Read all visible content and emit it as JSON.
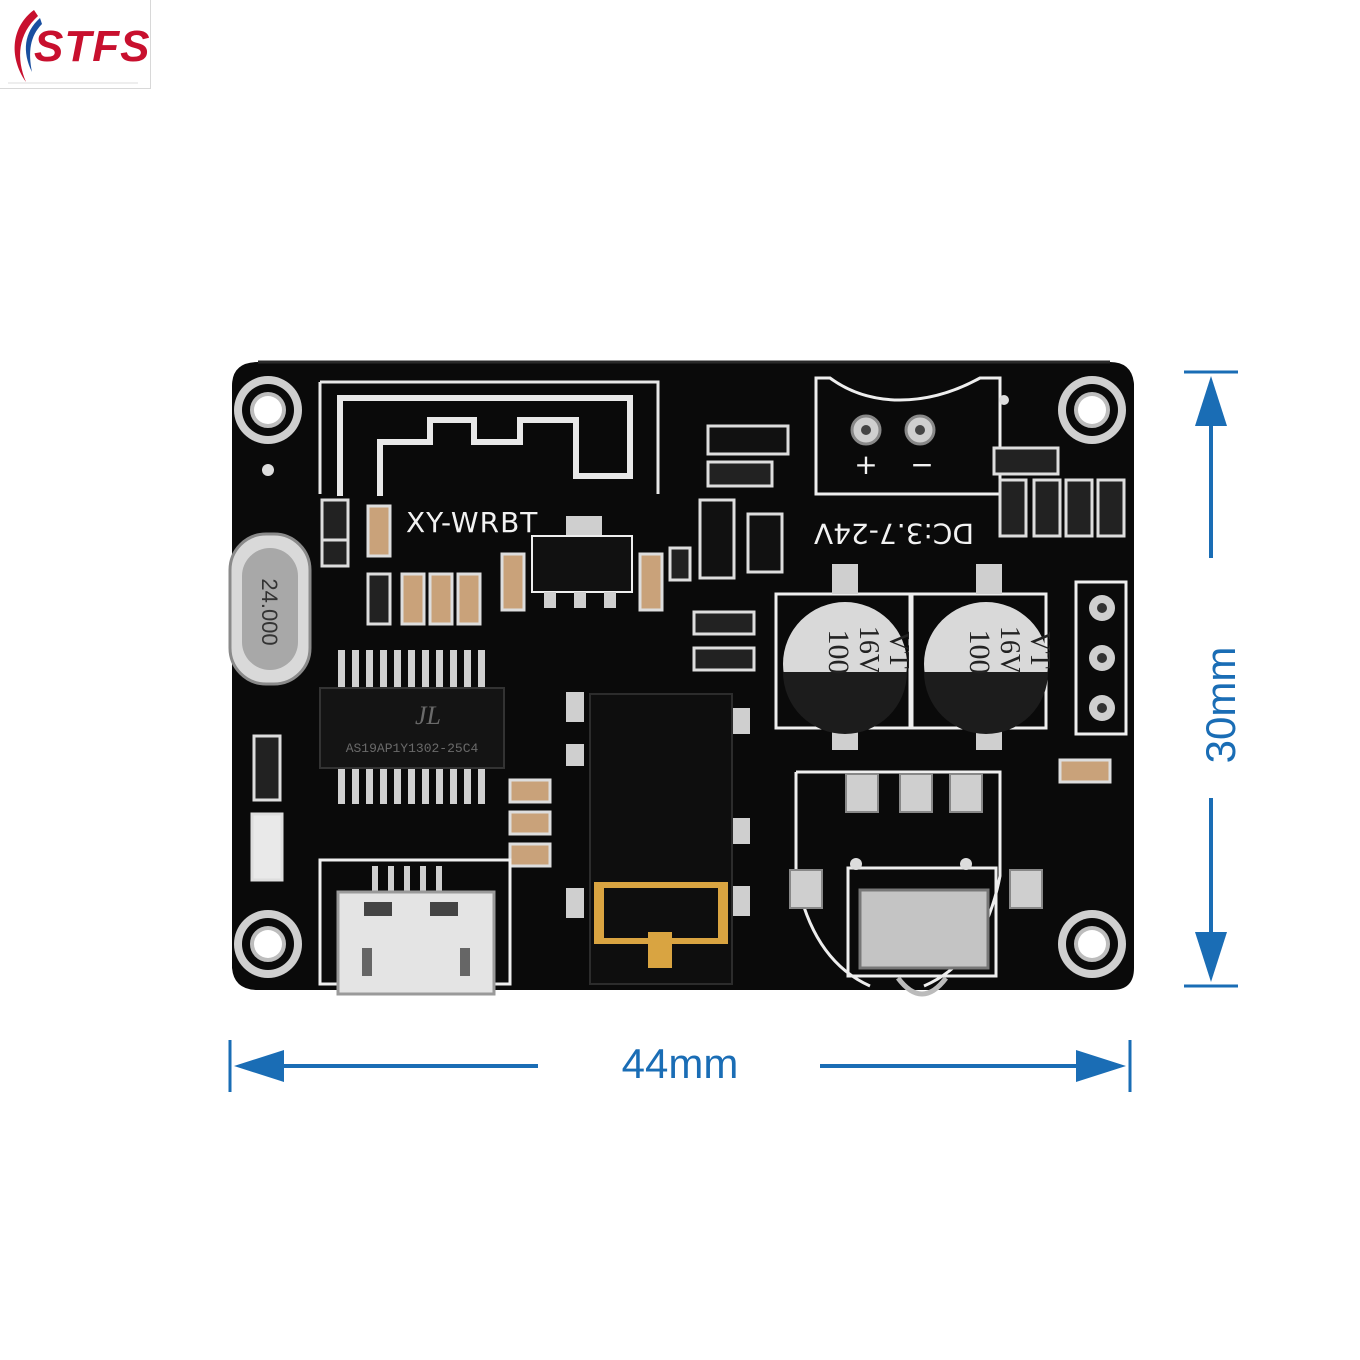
{
  "logo": {
    "text": "STFS",
    "brand_color": "#c8102e"
  },
  "board": {
    "silkscreen_model": "XY-WRBT",
    "power_label": "DC:3.7-24V",
    "power_plus": "+",
    "power_minus": "−",
    "crystal_marking": "24.000",
    "chip_marking": "AS19AP1Y1302-25C4",
    "capacitor_left": {
      "line1": "100",
      "line2": "16V",
      "line3": "VT"
    },
    "capacitor_right": {
      "line1": "100",
      "line2": "16V",
      "line3": "VT"
    },
    "board_color": "#0a0a0a",
    "silk_color": "#f2f2f2"
  },
  "dimensions": {
    "width_label": "44mm",
    "height_label": "30mm",
    "arrow_color": "#1a6db5"
  }
}
